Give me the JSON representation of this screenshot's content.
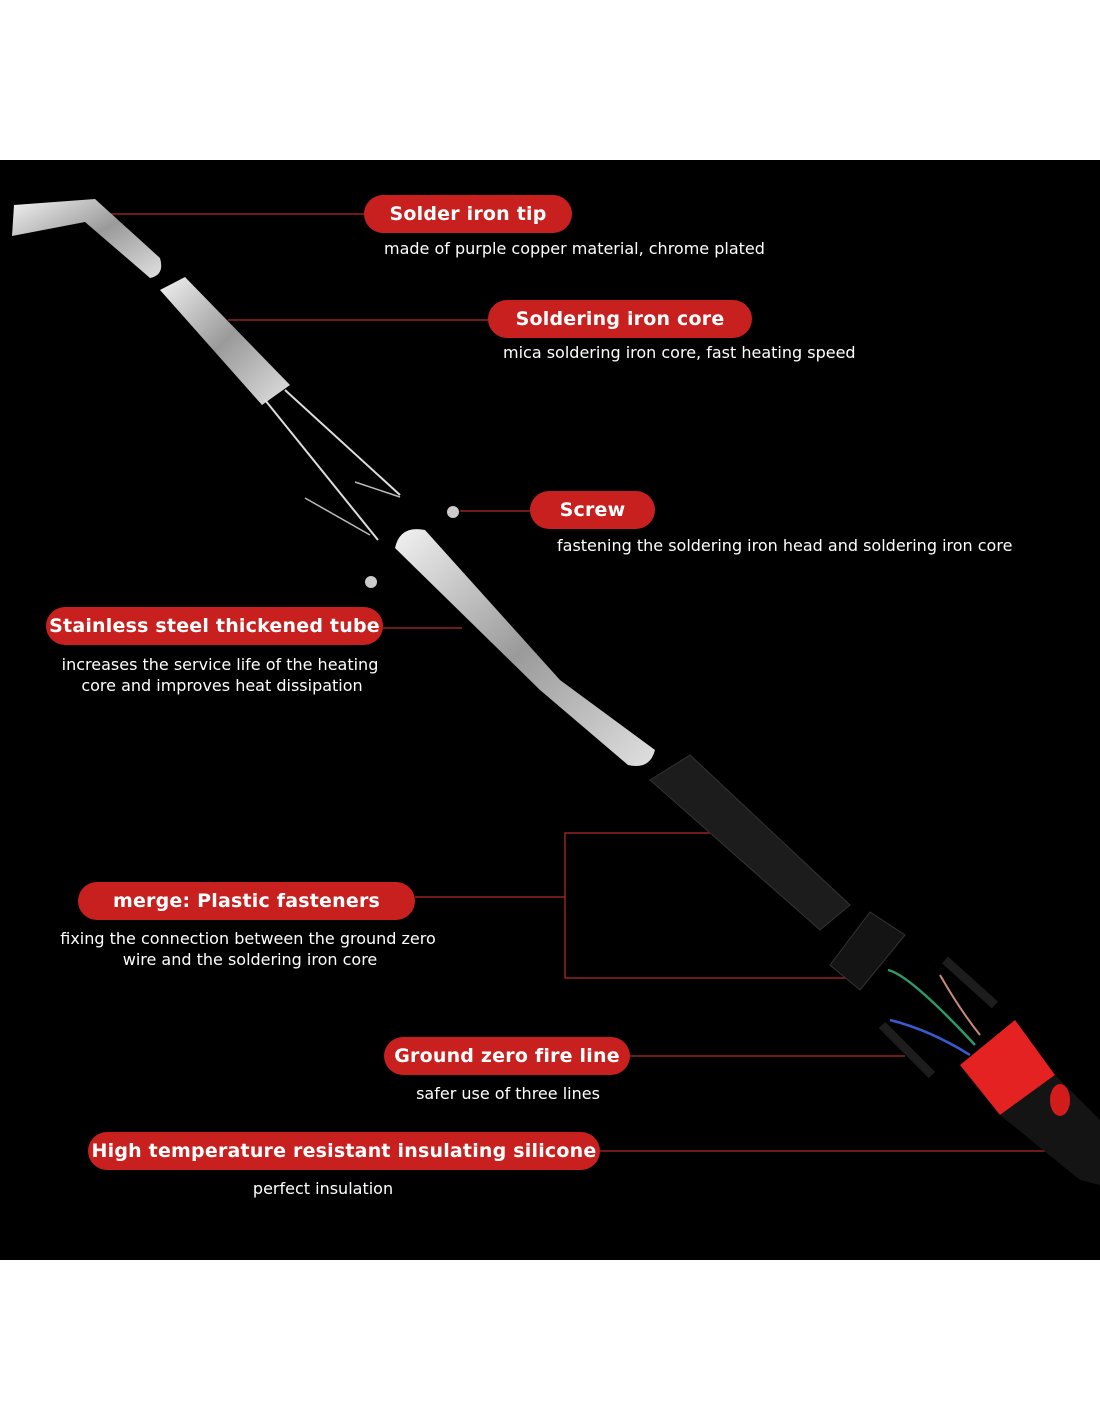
{
  "colors": {
    "accent": "#c8201e",
    "background": "#000000",
    "leader_line": "#b0282a"
  },
  "callouts": [
    {
      "title": "Solder iron tip",
      "description": [
        "made of purple copper material, chrome plated"
      ]
    },
    {
      "title": "Soldering iron core",
      "description": [
        "mica soldering iron core, fast heating speed"
      ]
    },
    {
      "title": "Screw",
      "description": [
        "fastening the soldering iron head and soldering iron core"
      ]
    },
    {
      "title": "Stainless steel thickened tube",
      "description": [
        "increases the service life of the heating",
        "core and improves heat dissipation"
      ]
    },
    {
      "title": "merge: Plastic fasteners",
      "description": [
        "fixing the connection between the ground zero",
        "wire and the soldering iron core"
      ]
    },
    {
      "title": "Ground zero fire line",
      "description": [
        "safer use of three lines"
      ]
    },
    {
      "title": "High temperature resistant insulating silicone",
      "description": [
        "perfect insulation"
      ]
    }
  ]
}
